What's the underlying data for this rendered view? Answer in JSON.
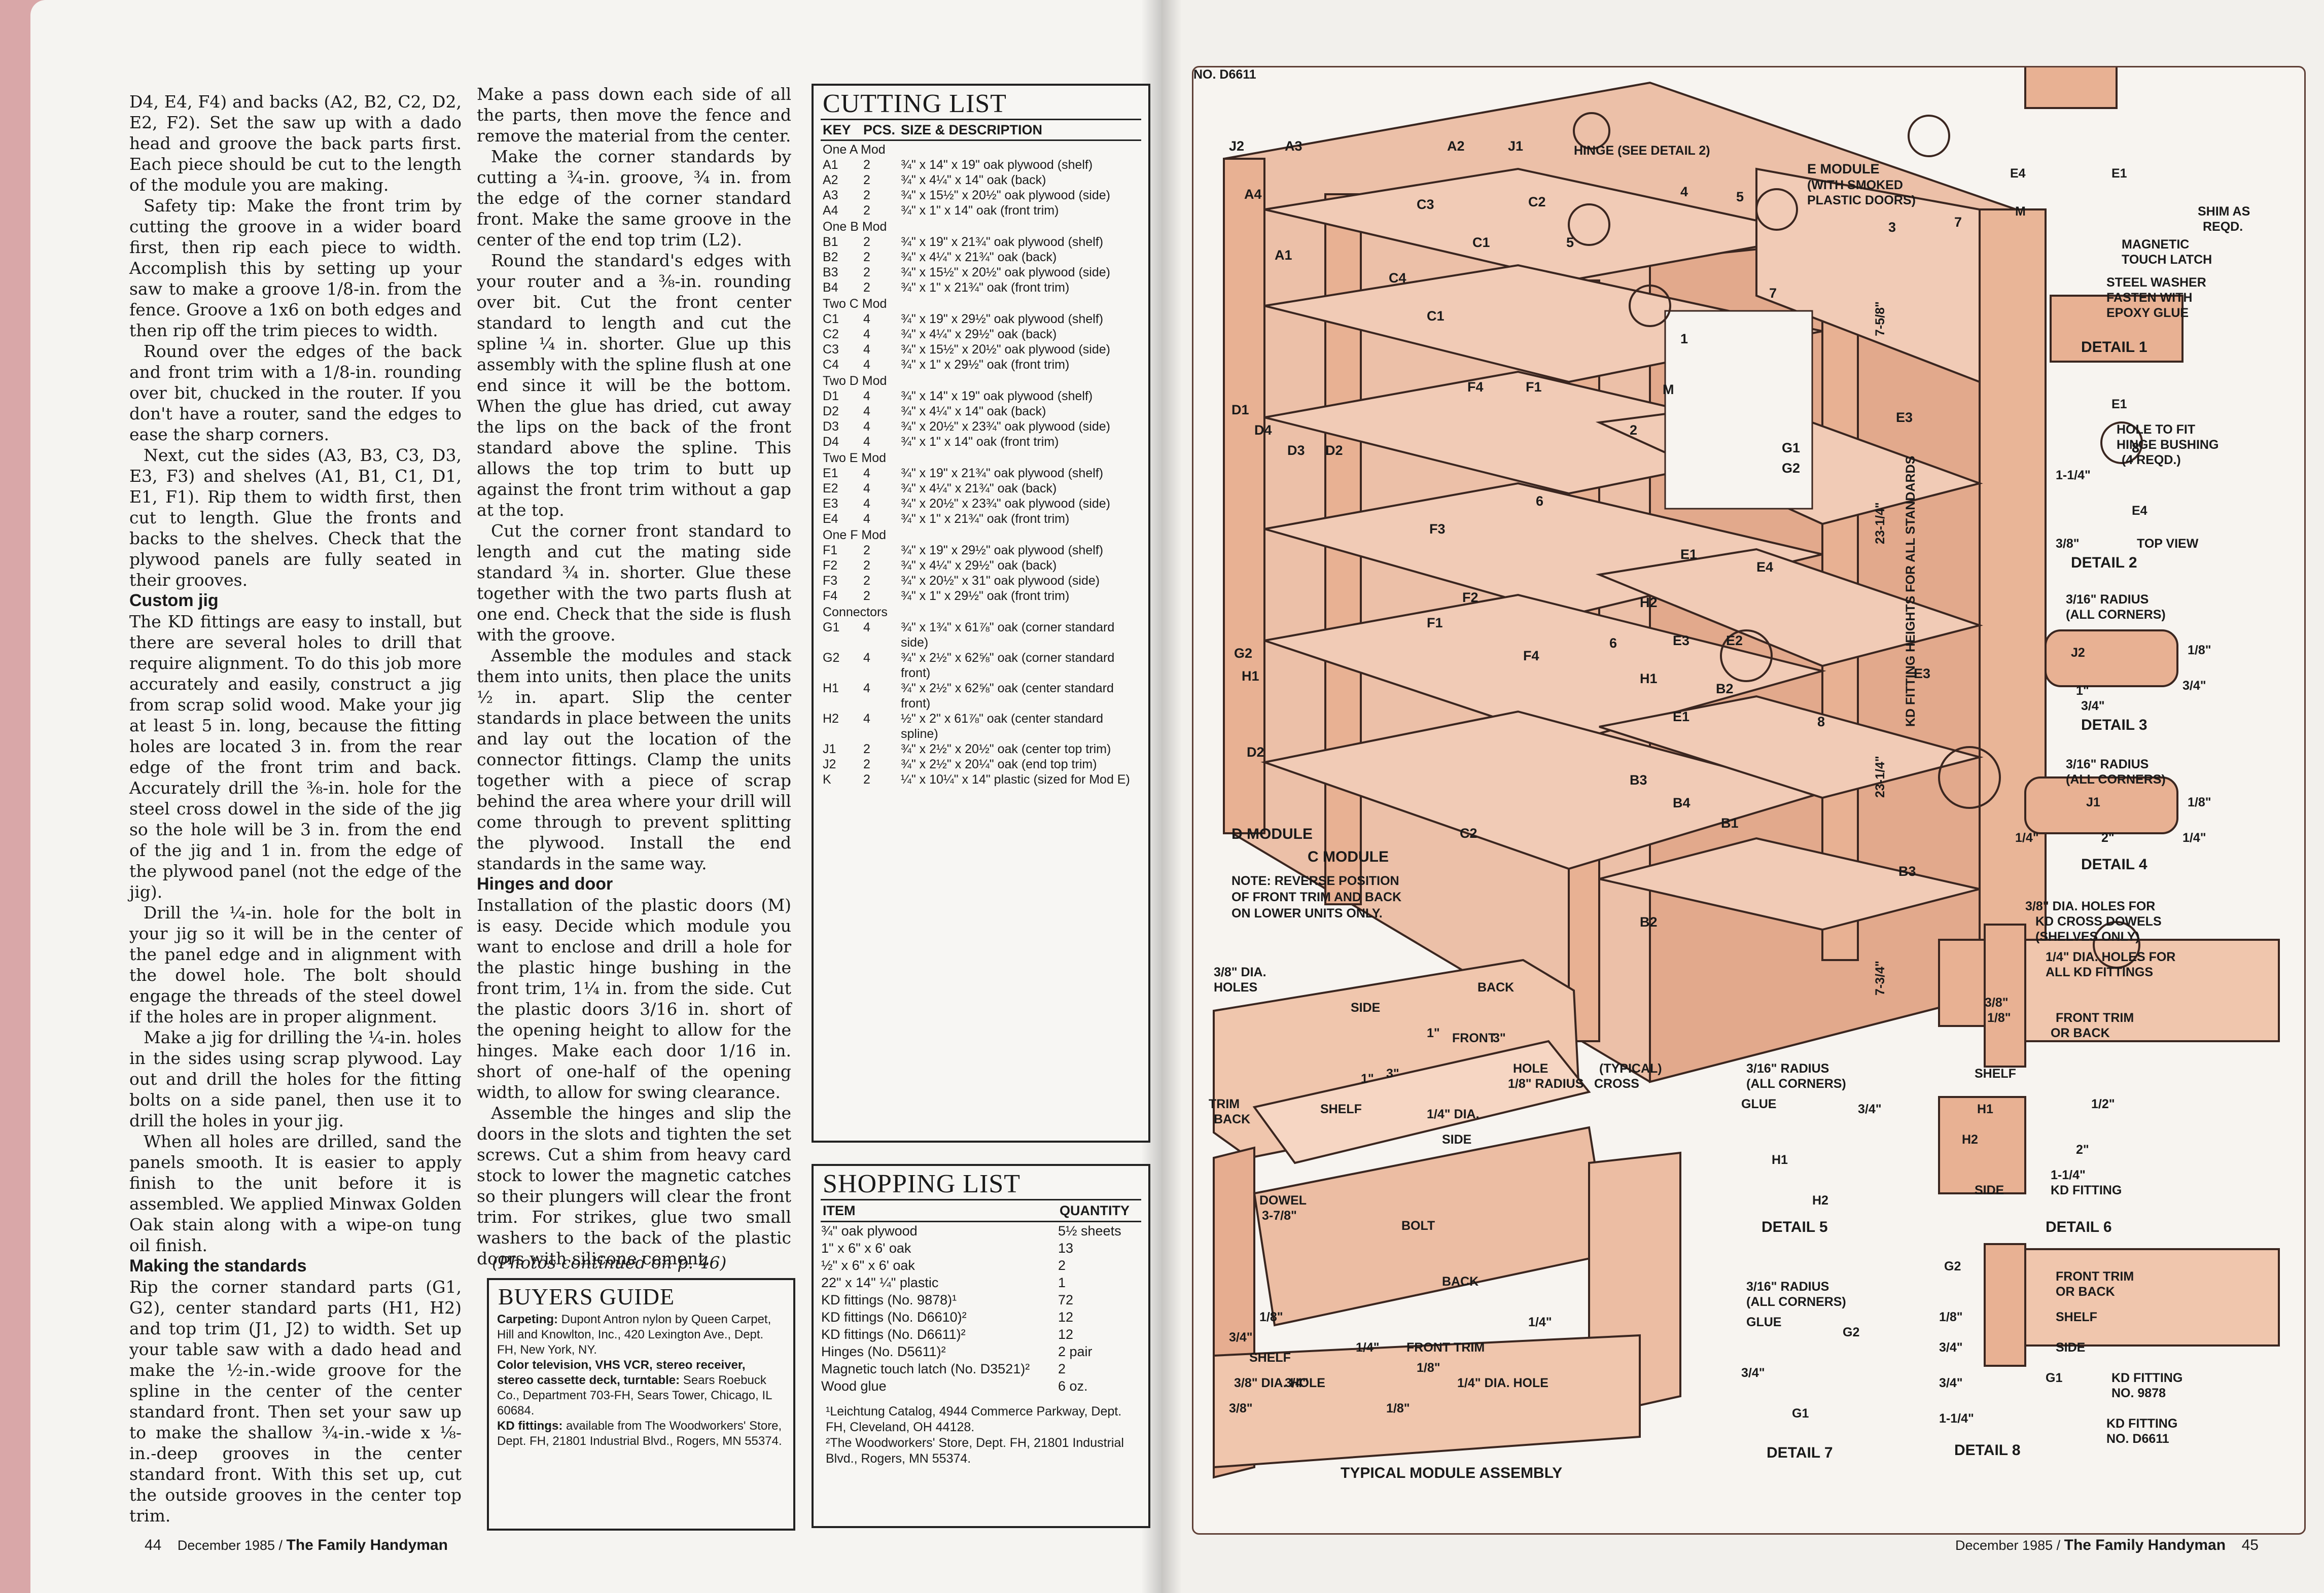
{
  "left_page": {
    "col1": [
      {
        "t": "p",
        "noind": true,
        "text": "D4, E4, F4) and backs (A2, B2, C2, D2, E2, F2). Set the saw up with a dado head and groove the back parts first. Each piece should be cut to the length of the module you are making."
      },
      {
        "t": "p",
        "text": "Safety tip: Make the front trim by cutting the groove in a wider board first, then rip each piece to width. Accomplish this by setting up your saw to make a groove 1/8-in. from the fence. Groove a 1x6 on both edges and then rip off the trim pieces to width."
      },
      {
        "t": "p",
        "text": "Round over the edges of the back and front trim with a 1/8-in. rounding over bit, chucked in the router. If you don't have a router, sand the edges to ease the sharp corners."
      },
      {
        "t": "p",
        "text": "Next, cut the sides (A3, B3, C3, D3, E3, F3) and shelves (A1, B1, C1, D1, E1, F1). Rip them to width first, then cut to length. Glue the fronts and backs to the shelves. Check that the plywood panels are fully seated in their grooves."
      },
      {
        "t": "h",
        "text": "Custom jig"
      },
      {
        "t": "p",
        "noind": true,
        "text": "The KD fittings are easy to install, but there are several holes to drill that require alignment. To do this job more accurately and easily, construct a jig from scrap solid wood. Make your jig at least 5 in. long, because the fitting holes are located 3 in. from the rear edge of the front trim and back. Accurately drill the ⅜-in. hole for the steel cross dowel in the side of the jig so the hole will be 3 in. from the end of the jig and 1 in. from the edge of the plywood panel (not the edge of the jig)."
      },
      {
        "t": "p",
        "text": "Drill the ¼-in. hole for the bolt in your jig so it will be in the center of the panel edge and in alignment with the dowel hole. The bolt should engage the threads of the steel dowel if the holes are in proper alignment."
      },
      {
        "t": "p",
        "text": "Make a jig for drilling the ¼-in. holes in the sides using scrap plywood. Lay out and drill the holes for the fitting bolts on a side panel, then use it to drill the holes in your jig."
      },
      {
        "t": "p",
        "text": "When all holes are drilled, sand the panels smooth. It is easier to apply finish to the unit before it is assembled. We applied Minwax Golden Oak stain along with a wipe-on tung oil finish."
      },
      {
        "t": "h",
        "text": "Making the standards"
      },
      {
        "t": "p",
        "noind": true,
        "text": "Rip the corner standard parts (G1, G2), center standard parts (H1, H2) and top trim (J1, J2) to width. Set up your table saw with a dado head and make the ½-in.-wide groove for the spline in the center of the center standard front. Then set your saw up to make the shallow ¾-in.-wide x ⅛-in.-deep grooves in the center standard front. With this set up, cut the outside grooves in the center top trim."
      }
    ],
    "col2": [
      {
        "t": "p",
        "noind": true,
        "text": "Make a pass down each side of all the parts, then move the fence and remove the material from the center."
      },
      {
        "t": "p",
        "text": "Make the corner standards by cutting a ¾-in. groove, ¾ in. from the edge of the corner standard front. Make the same groove in the center of the end top trim (L2)."
      },
      {
        "t": "p",
        "text": "Round the standard's edges with your router and a ⅜-in. rounding over bit. Cut the front center standard to length and cut the spline ¼ in. shorter. Glue up this assembly with the spline flush at one end since it will be the bottom. When the glue has dried, cut away the lips on the back of the front standard above the spline. This allows the top trim to butt up against the front trim without a gap at the top."
      },
      {
        "t": "p",
        "text": "Cut the corner front standard to length and cut the mating side standard ¾ in. shorter. Glue these together with the two parts flush at one end. Check that the side is flush with the groove."
      },
      {
        "t": "p",
        "text": "Assemble the modules and stack them into units, then place the units ½ in. apart. Slip the center standards in place between the units and lay out the location of the connector fittings. Clamp the units together with a piece of scrap behind the area where your drill will come through to prevent splitting the plywood. Install the end standards in the same way."
      },
      {
        "t": "h",
        "text": "Hinges and door"
      },
      {
        "t": "p",
        "noind": true,
        "text": "Installation of the plastic doors (M) is easy. Decide which module you want to enclose and drill a hole for the plastic hinge bushing in the front trim, 1¼ in. from the side. Cut the plastic doors 3/16 in. short of the opening height to allow for the hinges. Make each door 1/16 in. short of one-half of the opening width, to allow for swing clearance."
      },
      {
        "t": "p",
        "text": "Assemble the hinges and slip the doors in the slots and tighten the set screws. Cut a shim from heavy card stock to lower the magnetic catches so their plungers will clear the front trim. For strikes, glue two small washers to the back of the plastic doors with silicone cement."
      }
    ],
    "continued": "(Photos continued on p. 46)",
    "cutting_list": {
      "title": "CUTTING LIST",
      "headers": [
        "KEY",
        "PCS.",
        "SIZE & DESCRIPTION"
      ],
      "rows": [
        [
          "One A Mod",
          "",
          ""
        ],
        [
          "A1",
          "2",
          "¾\" x 14\" x 19\" oak plywood (shelf)"
        ],
        [
          "A2",
          "2",
          "¾\" x 4¼\" x 14\" oak (back)"
        ],
        [
          "A3",
          "2",
          "¾\" x 15½\" x 20½\" oak plywood (side)"
        ],
        [
          "A4",
          "2",
          "¾\" x 1\" x 14\" oak (front trim)"
        ],
        [
          "One B Mod",
          "",
          ""
        ],
        [
          "B1",
          "2",
          "¾\" x 19\" x 21¾\" oak plywood (shelf)"
        ],
        [
          "B2",
          "2",
          "¾\" x 4¼\" x 21¾\" oak (back)"
        ],
        [
          "B3",
          "2",
          "¾\" x 15½\" x 20½\" oak plywood (side)"
        ],
        [
          "B4",
          "2",
          "¾\" x 1\" x 21¾\" oak (front trim)"
        ],
        [
          "Two C Mod",
          "",
          ""
        ],
        [
          "C1",
          "4",
          "¾\" x 19\" x 29½\" oak plywood (shelf)"
        ],
        [
          "C2",
          "4",
          "¾\" x 4¼\" x 29½\" oak (back)"
        ],
        [
          "C3",
          "4",
          "¾\" x 15½\" x 20½\" oak plywood (side)"
        ],
        [
          "C4",
          "4",
          "¾\" x 1\" x 29½\" oak (front trim)"
        ],
        [
          "Two D Mod",
          "",
          ""
        ],
        [
          "D1",
          "4",
          "¾\" x 14\" x 19\" oak plywood (shelf)"
        ],
        [
          "D2",
          "4",
          "¾\" x 4¼\" x 14\" oak (back)"
        ],
        [
          "D3",
          "4",
          "¾\" x 20½\" x 23¾\" oak plywood (side)"
        ],
        [
          "D4",
          "4",
          "¾\" x 1\" x 14\" oak (front trim)"
        ],
        [
          "Two E Mod",
          "",
          ""
        ],
        [
          "E1",
          "4",
          "¾\" x 19\" x 21¾\" oak plywood (shelf)"
        ],
        [
          "E2",
          "4",
          "¾\" x 4¼\" x 21¾\" oak (back)"
        ],
        [
          "E3",
          "4",
          "¾\" x 20½\" x 23¾\" oak plywood (side)"
        ],
        [
          "E4",
          "4",
          "¾\" x 1\" x 21¾\" oak (front trim)"
        ],
        [
          "One F Mod",
          "",
          ""
        ],
        [
          "F1",
          "2",
          "¾\" x 19\" x 29½\" oak plywood (shelf)"
        ],
        [
          "F2",
          "2",
          "¾\" x 4¼\" x 29½\" oak (back)"
        ],
        [
          "F3",
          "2",
          "¾\" x 20½\" x 31\" oak plywood (side)"
        ],
        [
          "F4",
          "2",
          "¾\" x 1\" x 29½\" oak (front trim)"
        ],
        [
          "Connectors",
          "",
          ""
        ],
        [
          "G1",
          "4",
          "¾\" x 1¾\" x 61⅞\" oak (corner standard side)"
        ],
        [
          "G2",
          "4",
          "¾\" x 2½\" x 62⅝\" oak (corner standard front)"
        ],
        [
          "H1",
          "4",
          "¾\" x 2½\" x 62⅝\" oak (center standard front)"
        ],
        [
          "H2",
          "4",
          "½\" x 2\" x 61⅞\" oak (center standard spline)"
        ],
        [
          "J1",
          "2",
          "¾\" x 2½\" x 20½\" oak (center top trim)"
        ],
        [
          "J2",
          "2",
          "¾\" x 2½\" x 20¼\" oak (end top trim)"
        ],
        [
          "K",
          "2",
          "¼\" x 10¼\" x 14\" plastic (sized for Mod E)"
        ]
      ]
    },
    "shopping_list": {
      "title": "SHOPPING LIST",
      "headers": [
        "ITEM",
        "QUANTITY"
      ],
      "rows": [
        [
          "¾\" oak plywood",
          "5½ sheets"
        ],
        [
          "1\" x 6\" x 6' oak",
          "13"
        ],
        [
          "½\" x 6\" x 6' oak",
          "2"
        ],
        [
          "22\" x 14\" ¼\" plastic",
          "1"
        ],
        [
          "KD fittings (No. 9878)¹",
          "72"
        ],
        [
          "KD fittings (No. D6610)²",
          "12"
        ],
        [
          "KD fittings (No. D6611)²",
          "12"
        ],
        [
          "Hinges (No. D5611)²",
          "2 pair"
        ],
        [
          "Magnetic touch latch (No. D3521)²",
          "2"
        ],
        [
          "Wood glue",
          "6 oz."
        ]
      ],
      "footnotes": [
        "¹Leichtung Catalog, 4944 Commerce Parkway, Dept. FH, Cleveland, OH 44128.",
        "²The Woodworkers' Store, Dept. FH, 21801 Industrial Blvd., Rogers, MN 55374."
      ]
    },
    "buyers_guide": {
      "title": "BUYERS GUIDE",
      "entries": [
        {
          "lead": "Carpeting:",
          "text": " Dupont Antron nylon by Queen Carpet, Hill and Knowlton, Inc., 420 Lexington Ave., Dept. FH, New York, NY."
        },
        {
          "lead": "Color television, VHS VCR, stereo receiver, stereo cassette deck, turntable:",
          "text": " Sears Roebuck Co., Department 703-FH, Sears Tower, Chicago, IL 60684."
        },
        {
          "lead": "KD fittings:",
          "text": " available from The Woodworkers' Store, Dept. FH, 21801 Industrial Blvd., Rogers, MN 55374."
        }
      ]
    },
    "footer": {
      "page": "44",
      "date": "December 1985 /",
      "mag": "The Family Handyman"
    }
  },
  "right_page": {
    "footer": {
      "date": "December 1985 /",
      "mag": "The Family Handyman",
      "page": "45"
    },
    "main_labels": {
      "j2": "J2",
      "a3": "A3",
      "a2": "A2",
      "j1": "J1",
      "a4": "A4",
      "a1": "A1",
      "c3": "C3",
      "c2": "C2",
      "c1a": "C1",
      "c4": "C4",
      "c1b": "C1",
      "hinge": "HINGE (SEE DETAIL 2)",
      "emod": "E MODULE",
      "emod2": "(WITH SMOKED",
      "emod3": "PLASTIC DOORS)",
      "d1": "D1",
      "d4": "D4",
      "d3": "D3",
      "d2a": "D2",
      "f4a": "F4",
      "f1a": "F1",
      "m": "M",
      "g1": "G1",
      "g2": "G2",
      "e3a": "E3",
      "f3": "F3",
      "e1a": "E1",
      "e4": "E4",
      "f2": "F2",
      "h2": "H2",
      "f1b": "F1",
      "f4b": "F4",
      "e3b": "E3",
      "e2": "E2",
      "g2b": "G2",
      "h1a": "H1",
      "h1b": "H1",
      "b2a": "B2",
      "e1b": "E1",
      "e3c": "E3",
      "d2b": "D2",
      "b3a": "B3",
      "b4": "B4",
      "b1": "B1",
      "b3b": "B3",
      "b2b": "B2",
      "c2b": "C2",
      "dmod": "D MODULE",
      "cmod": "C MODULE",
      "note1": "NOTE: REVERSE POSITION",
      "note2": "OF FRONT TRIM AND BACK",
      "note3": "ON LOWER UNITS ONLY.",
      "kd1": "KD FITTING HEIGHTS",
      "kd2": "FOR ALL STANDARDS",
      "d758a": "7-5/8\"",
      "d2314a": "23-1/4\"",
      "d2314b": "23-1/4\"",
      "d734": "7-3/4\"",
      "c1": "1",
      "c2n": "2",
      "c3n": "3",
      "c4n": "4",
      "c5": "5",
      "c5b": "5",
      "c6": "6",
      "c6b": "6",
      "c7": "7",
      "c7b": "7",
      "c8": "8",
      "c8b": "8"
    },
    "assembly": {
      "title": "TYPICAL MODULE ASSEMBLY",
      "labels": [
        "3/8\" DIA.",
        "HOLES",
        "SIDE",
        "BACK",
        "3\"",
        "1\"",
        "3\"",
        "1\"",
        "FRONT",
        "TRIM",
        "BACK",
        "SHELF",
        "1/4\" DIA.",
        "HOLE",
        "1/8\" RADIUS",
        "(TYPICAL)",
        "CROSS",
        "DOWEL",
        "3-7/8\"",
        "SIDE",
        "BOLT",
        "BACK",
        "1/4\"",
        "FRONT TRIM",
        "1/4\"",
        "1/8\"",
        "3/4\"",
        "SHELF",
        "3/8\" DIA. HOLE",
        "3/4\"",
        "1/8\"",
        "1/4\" DIA. HOLE",
        "3/8\"",
        "1/8\""
      ]
    },
    "details": {
      "d1": {
        "title": "DETAIL 1",
        "labels": [
          "E4",
          "E1",
          "M",
          "SHIM AS",
          "REQD.",
          "MAGNETIC",
          "TOUCH LATCH",
          "STEEL WASHER",
          "FASTEN WITH",
          "EPOXY GLUE"
        ]
      },
      "d2": {
        "title": "DETAIL 2",
        "labels": [
          "E1",
          "HOLE TO FIT",
          "HINGE BUSHING",
          "(4 REQD.)",
          "1-1/4\"",
          "E4",
          "3/8\"",
          "TOP VIEW"
        ]
      },
      "d3": {
        "title": "DETAIL 3",
        "labels": [
          "3/16\" RADIUS",
          "(ALL CORNERS)",
          "J2",
          "1/8\"",
          "1\"",
          "3/4\"",
          "3/4\""
        ]
      },
      "d4": {
        "title": "DETAIL 4",
        "labels": [
          "3/16\" RADIUS",
          "(ALL CORNERS)",
          "J1",
          "1/8\"",
          "1/4\"",
          "2\"",
          "1/4\""
        ]
      },
      "d5": {
        "title": "DETAIL 5",
        "labels": [
          "3/16\" RADIUS",
          "(ALL CORNERS)",
          "GLUE",
          "3/4\"",
          "H1",
          "H2"
        ]
      },
      "d6": {
        "title": "DETAIL 6",
        "labels": [
          "3/8\" DIA. HOLES FOR",
          "KD CROSS DOWELS",
          "(SHELVES ONLY)",
          "1/4\" DIA. HOLES FOR",
          "ALL KD FITTINGS",
          "3/8\"",
          "1/8\"",
          "FRONT TRIM",
          "OR BACK",
          "SHELF",
          "H1",
          "1/2\"",
          "H2",
          "2\"",
          "SIDE",
          "1-1/4\"",
          "KD FITTING",
          "NO. D6611"
        ]
      },
      "d7": {
        "title": "DETAIL 7",
        "labels": [
          "3/16\" RADIUS",
          "(ALL CORNERS)",
          "GLUE",
          "G2",
          "3/4\"",
          "G1"
        ]
      },
      "d8": {
        "title": "DETAIL 8",
        "labels": [
          "G2",
          "FRONT TRIM",
          "OR BACK",
          "SHELF",
          "1/8\"",
          "3/4\"",
          "SIDE",
          "3/4\"",
          "G1",
          "1-1/4\"",
          "KD FITTING",
          "NO. 9878",
          "KD FITTING",
          "NO. D6611"
        ]
      }
    }
  }
}
